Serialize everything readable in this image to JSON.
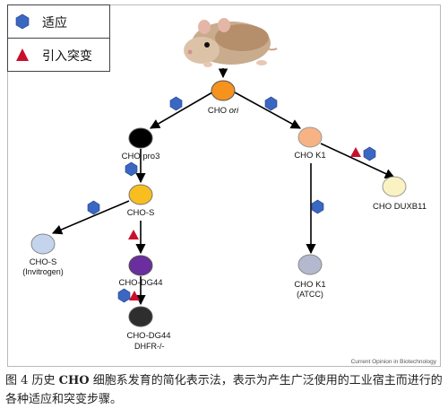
{
  "legend": {
    "adaptation": "适应",
    "mutation": "引入突变",
    "adaptation_symbol": "blue-hexagon-icon",
    "mutation_symbol": "red-triangle-icon"
  },
  "nodes": {
    "ori": {
      "label": "CHO ",
      "label_em": "ori",
      "color": "#f6921e"
    },
    "pro3": {
      "label": "CHO pro3",
      "color": "#000000"
    },
    "s": {
      "label": "CHO-S",
      "color": "#f8be1f"
    },
    "s_inv": {
      "label": "CHO-S",
      "sub": "(Invitrogen)",
      "color": "#c3d4ec"
    },
    "dg44": {
      "label": "CHO-DG44",
      "color": "#6a2e9e"
    },
    "dg44_dhfr": {
      "label": "CHO-DG44",
      "sub": "DHFR-/-",
      "color": "#2e2e2e"
    },
    "k1": {
      "label": "CHO K1",
      "color": "#f7b383"
    },
    "k1_atcc": {
      "label": "CHO K1",
      "sub": "(ATCC)",
      "color": "#b3b9cf"
    },
    "duxb11": {
      "label": "CHO DUXB11",
      "color": "#fbf2c2"
    }
  },
  "source": "Current Opinion in Biotechnology",
  "caption": {
    "fig": "图 4",
    "pre": " 历史 ",
    "bold": "CHO",
    "rest": " 细胞系发育的简化表示法，表示为产生广泛使用的工业宿主而进行的各种适应和突变步骤。"
  },
  "colors": {
    "adaptation": "#3a67c1",
    "mutation": "#c8102e",
    "arrow": "#000000"
  }
}
